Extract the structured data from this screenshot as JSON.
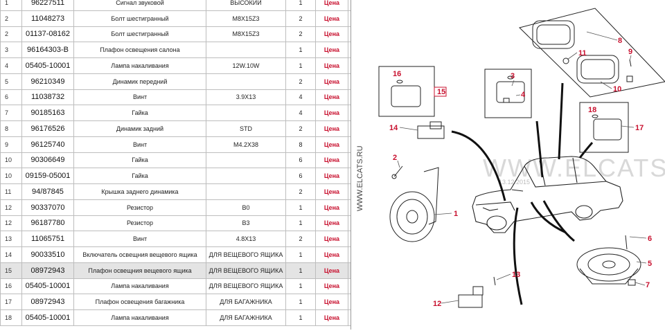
{
  "parts": [
    {
      "n": "1",
      "code": "96227511",
      "name": "Сигнал звуковой",
      "param": "ВЫСОКИЙ",
      "qty": "1",
      "price": "Цена"
    },
    {
      "n": "2",
      "code": "11048273",
      "name": "Болт шестигранный",
      "param": "M8X15Z3",
      "qty": "2",
      "price": "Цена"
    },
    {
      "n": "2",
      "code": "01137-08162",
      "name": "Болт шестигранный",
      "param": "M8X15Z3",
      "qty": "2",
      "price": "Цена"
    },
    {
      "n": "3",
      "code": "96164303-B",
      "name": "Плафон освещения салона",
      "param": "",
      "qty": "1",
      "price": "Цена"
    },
    {
      "n": "4",
      "code": "05405-10001",
      "name": "Лампа накаливания",
      "param": "12W.10W",
      "qty": "1",
      "price": "Цена"
    },
    {
      "n": "5",
      "code": "96210349",
      "name": "Динамик передний",
      "param": "",
      "qty": "2",
      "price": "Цена"
    },
    {
      "n": "6",
      "code": "11038732",
      "name": "Винт",
      "param": "3.9X13",
      "qty": "4",
      "price": "Цена"
    },
    {
      "n": "7",
      "code": "90185163",
      "name": "Гайка",
      "param": "",
      "qty": "4",
      "price": "Цена"
    },
    {
      "n": "8",
      "code": "96176526",
      "name": "Динамик задний",
      "param": "STD",
      "qty": "2",
      "price": "Цена"
    },
    {
      "n": "9",
      "code": "96125740",
      "name": "Винт",
      "param": "M4.2X38",
      "qty": "8",
      "price": "Цена"
    },
    {
      "n": "10",
      "code": "90306649",
      "name": "Гайка",
      "param": "",
      "qty": "6",
      "price": "Цена"
    },
    {
      "n": "10",
      "code": "09159-05001",
      "name": "Гайка",
      "param": "",
      "qty": "6",
      "price": "Цена"
    },
    {
      "n": "11",
      "code": "94/87845",
      "name": "Крышка заднего динамика",
      "param": "",
      "qty": "2",
      "price": "Цена"
    },
    {
      "n": "12",
      "code": "90337070",
      "name": "Резистор",
      "param": "B0",
      "qty": "1",
      "price": "Цена"
    },
    {
      "n": "12",
      "code": "96187780",
      "name": "Резистор",
      "param": "B3",
      "qty": "1",
      "price": "Цена"
    },
    {
      "n": "13",
      "code": "11065751",
      "name": "Винт",
      "param": "4.8X13",
      "qty": "2",
      "price": "Цена"
    },
    {
      "n": "14",
      "code": "90033510",
      "name": "Включатель освещния вещевого ящика",
      "param": "ДЛЯ ВЕЩЕВОГО ЯЩИКА",
      "qty": "1",
      "price": "Цена"
    },
    {
      "n": "15",
      "code": "08972943",
      "name": "Плафон освещния вещевого ящика",
      "param": "ДЛЯ ВЕЩЕВОГО ЯЩИКА",
      "qty": "1",
      "price": "Цена",
      "highlight": true
    },
    {
      "n": "16",
      "code": "05405-10001",
      "name": "Лампа накаливания",
      "param": "ДЛЯ ВЕЩЕВОГО ЯЩИКА",
      "qty": "1",
      "price": "Цена"
    },
    {
      "n": "17",
      "code": "08972943",
      "name": "Плафон освещения багажника",
      "param": "ДЛЯ БАГАЖНИКА",
      "qty": "1",
      "price": "Цена"
    },
    {
      "n": "18",
      "code": "05405-10001",
      "name": "Лампа накаливания",
      "param": "ДЛЯ БАГАЖНИКА",
      "qty": "1",
      "price": "Цена"
    }
  ],
  "diagram": {
    "watermark": "WWW.ELCATS.RU",
    "watermark_vertical": "WWW.ELCATS.RU",
    "date": "13.12.2015",
    "callouts": [
      "1",
      "2",
      "3",
      "4",
      "5",
      "6",
      "7",
      "8",
      "9",
      "10",
      "11",
      "12",
      "13",
      "14",
      "15",
      "16",
      "17",
      "18"
    ]
  },
  "colors": {
    "price": "#c8102e",
    "callout": "#c8102e",
    "highlight_row": "#e4e4e4"
  }
}
